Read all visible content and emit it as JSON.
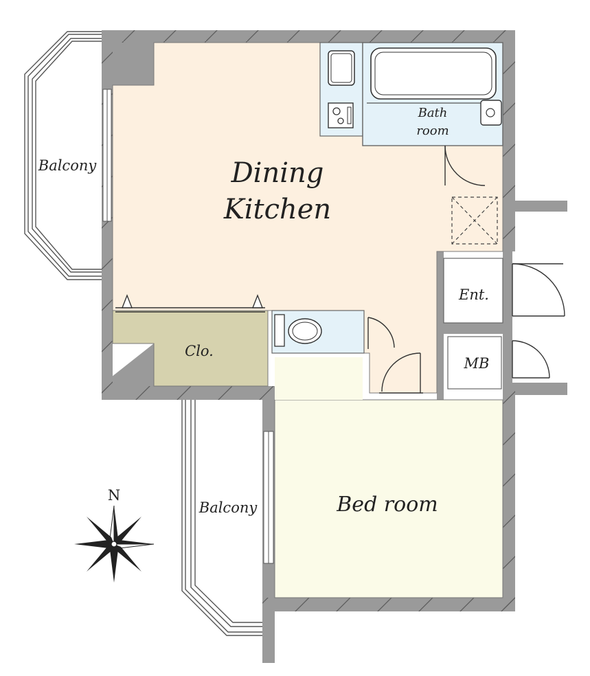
{
  "rooms": {
    "dining_kitchen_line1": "Dining",
    "dining_kitchen_line2": "Kitchen",
    "bathroom_line1": "Bath",
    "bathroom_line2": "room",
    "entrance": "Ent.",
    "meter_box": "MB",
    "closet": "Clo.",
    "bedroom": "Bed room",
    "balcony_west": "Balcony",
    "balcony_south": "Balcony"
  },
  "compass": {
    "north_label": "N"
  },
  "colors": {
    "wall": "#9a9a9a",
    "dining_kitchen": "#fdf0e0",
    "bedroom": "#fbfbe8",
    "closet": "#d6d2ae",
    "wet_area": "#e4f2f9",
    "ink": "#222222"
  }
}
